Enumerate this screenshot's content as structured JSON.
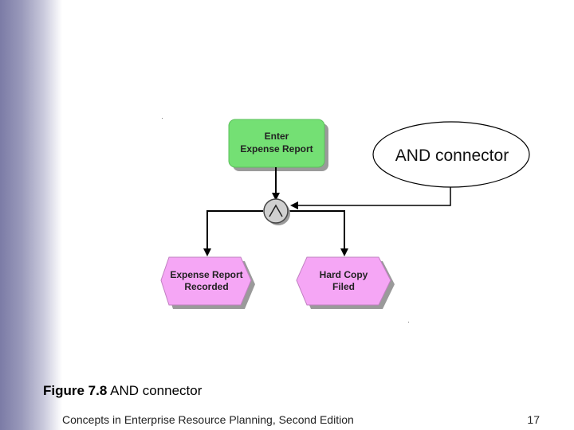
{
  "diagram": {
    "nodes": {
      "enter_expense_report": {
        "line1": "Enter",
        "line2": "Expense Report",
        "color": "#74e074",
        "type": "function"
      },
      "expense_report_recorded": {
        "line1": "Expense Report",
        "line2": "Recorded",
        "color": "#f5a6f5",
        "type": "event"
      },
      "hard_copy_filed": {
        "line1": "Hard Copy",
        "line2": "Filed",
        "color": "#f5a6f5",
        "type": "event"
      },
      "and_connector": {
        "symbol": "^",
        "type": "connector"
      }
    },
    "callout": {
      "text": "AND connector"
    }
  },
  "caption": {
    "figure_number": "Figure 7.8",
    "title": "AND connector"
  },
  "footer": {
    "book": "Concepts in Enterprise Resource Planning, Second Edition",
    "page": "17"
  }
}
